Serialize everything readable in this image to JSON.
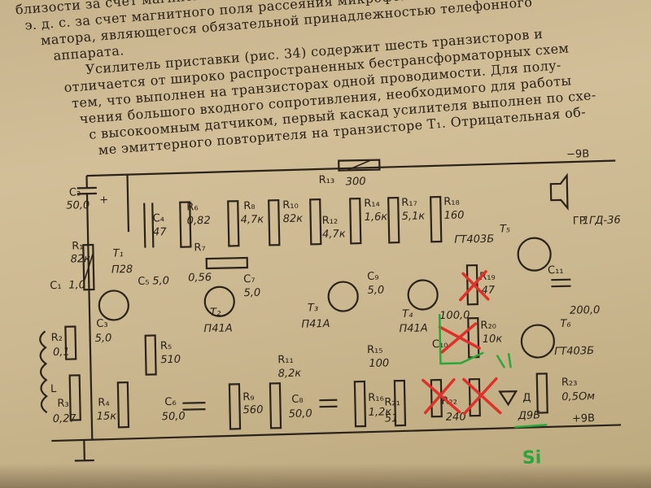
{
  "text": {
    "line1": "близости за счет магнитного поля рассеяния микрофонного трансфор-",
    "line2": "э. д. с. за счет магнитного поля рассеяния микрофонного трансфор-",
    "line3": "матора, являющегося обязательной принадлежностью телефонного",
    "line4": "аппарата.",
    "line5": "Усилитель приставки (рис. 34) содержит шесть транзисторов и",
    "line6": "отличается от широко распространенных бестрансформаторных схем",
    "line7": "тем, что выполнен на транзисторах одной проводимости. Для полу-",
    "line8": "чения большого входного сопротивления, необходимого для работы",
    "line9": "с высокоомным датчиком, первый каскад усилителя выполнен по схе-",
    "line10": "ме эмиттерного повторителя на транзисторе T₁. Отрицательная об-"
  },
  "schematic": {
    "supply_neg": "−9В",
    "supply_pos": "+9В",
    "components": {
      "C2": {
        "name": "C₂",
        "value": "50,0"
      },
      "C1": {
        "name": "C₁",
        "value": "1,0"
      },
      "C3": {
        "name": "C₃",
        "value": "5,0"
      },
      "C4": {
        "name": "C₄",
        "value": "47"
      },
      "C5": {
        "name": "C₅",
        "value": "5,0"
      },
      "C6": {
        "name": "C₆",
        "value": "50,0"
      },
      "C7": {
        "name": "C₇",
        "value": "5,0"
      },
      "C8": {
        "name": "C₈",
        "value": "50,0"
      },
      "C9": {
        "name": "C₉",
        "value": "5,0"
      },
      "C10": {
        "name": "C₁₀",
        "value": "100,0"
      },
      "C11": {
        "name": "C₁₁",
        "value": "200,0"
      },
      "R1": {
        "name": "R₁",
        "value": "82к"
      },
      "R2": {
        "name": "R₂",
        "value": "0,1"
      },
      "R3": {
        "name": "R₃",
        "value": "0,27"
      },
      "R4": {
        "name": "R₄",
        "value": "15к"
      },
      "R5": {
        "name": "R₅",
        "value": "510"
      },
      "R6": {
        "name": "R₆",
        "value": "0,82"
      },
      "R7": {
        "name": "R₇",
        "value": "0,56"
      },
      "R8": {
        "name": "R₈",
        "value": "4,7к"
      },
      "R9": {
        "name": "R₉",
        "value": "560"
      },
      "R10": {
        "name": "R₁₀",
        "value": "82к"
      },
      "R11": {
        "name": "R₁₁",
        "value": "8,2к"
      },
      "R12": {
        "name": "R₁₂",
        "value": "4,7к"
      },
      "R13": {
        "name": "R₁₃",
        "value": "300"
      },
      "R14": {
        "name": "R₁₄",
        "value": "1,6к"
      },
      "R15": {
        "name": "R₁₅",
        "value": "100"
      },
      "R16": {
        "name": "R₁₆",
        "value": "1,2к"
      },
      "R17": {
        "name": "R₁₇",
        "value": "5,1к"
      },
      "R18": {
        "name": "R₁₈",
        "value": "160"
      },
      "R19": {
        "name": "R₁₉",
        "value": "47"
      },
      "R20": {
        "name": "R₂₀",
        "value": "10к"
      },
      "R21": {
        "name": "R₂₁",
        "value": "51"
      },
      "R22": {
        "name": "R₂₂",
        "value": "240"
      },
      "R23": {
        "name": "R₂₃",
        "value": "0,5Ом"
      },
      "L": {
        "name": "L"
      },
      "D": {
        "name": "Д",
        "value": "Д9Б"
      },
      "GR": {
        "name": "ГР",
        "value": "1ГД-36"
      }
    },
    "transistors": {
      "T1": {
        "name": "T₁",
        "type": "П28"
      },
      "T2": {
        "name": "T₂",
        "type": "П41А"
      },
      "T3": {
        "name": "T₃",
        "type": "П41А"
      },
      "T4": {
        "name": "T₄",
        "type": "П41А"
      },
      "T5": {
        "name": "T₅",
        "type": "ГТ403Б"
      },
      "T6": {
        "name": "T₆",
        "type": "ГТ403Б"
      }
    },
    "handwritten": {
      "si": "Si",
      "red_color": "#e0302a",
      "green_color": "#2ca63c"
    }
  }
}
